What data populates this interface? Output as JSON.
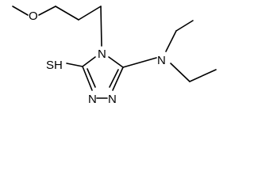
{
  "molecule": {
    "atoms": {
      "o_methoxy": "O",
      "n_ring": "N",
      "n_amine": "N",
      "sh": "SH",
      "n_left": "N",
      "n_right": "N"
    }
  }
}
